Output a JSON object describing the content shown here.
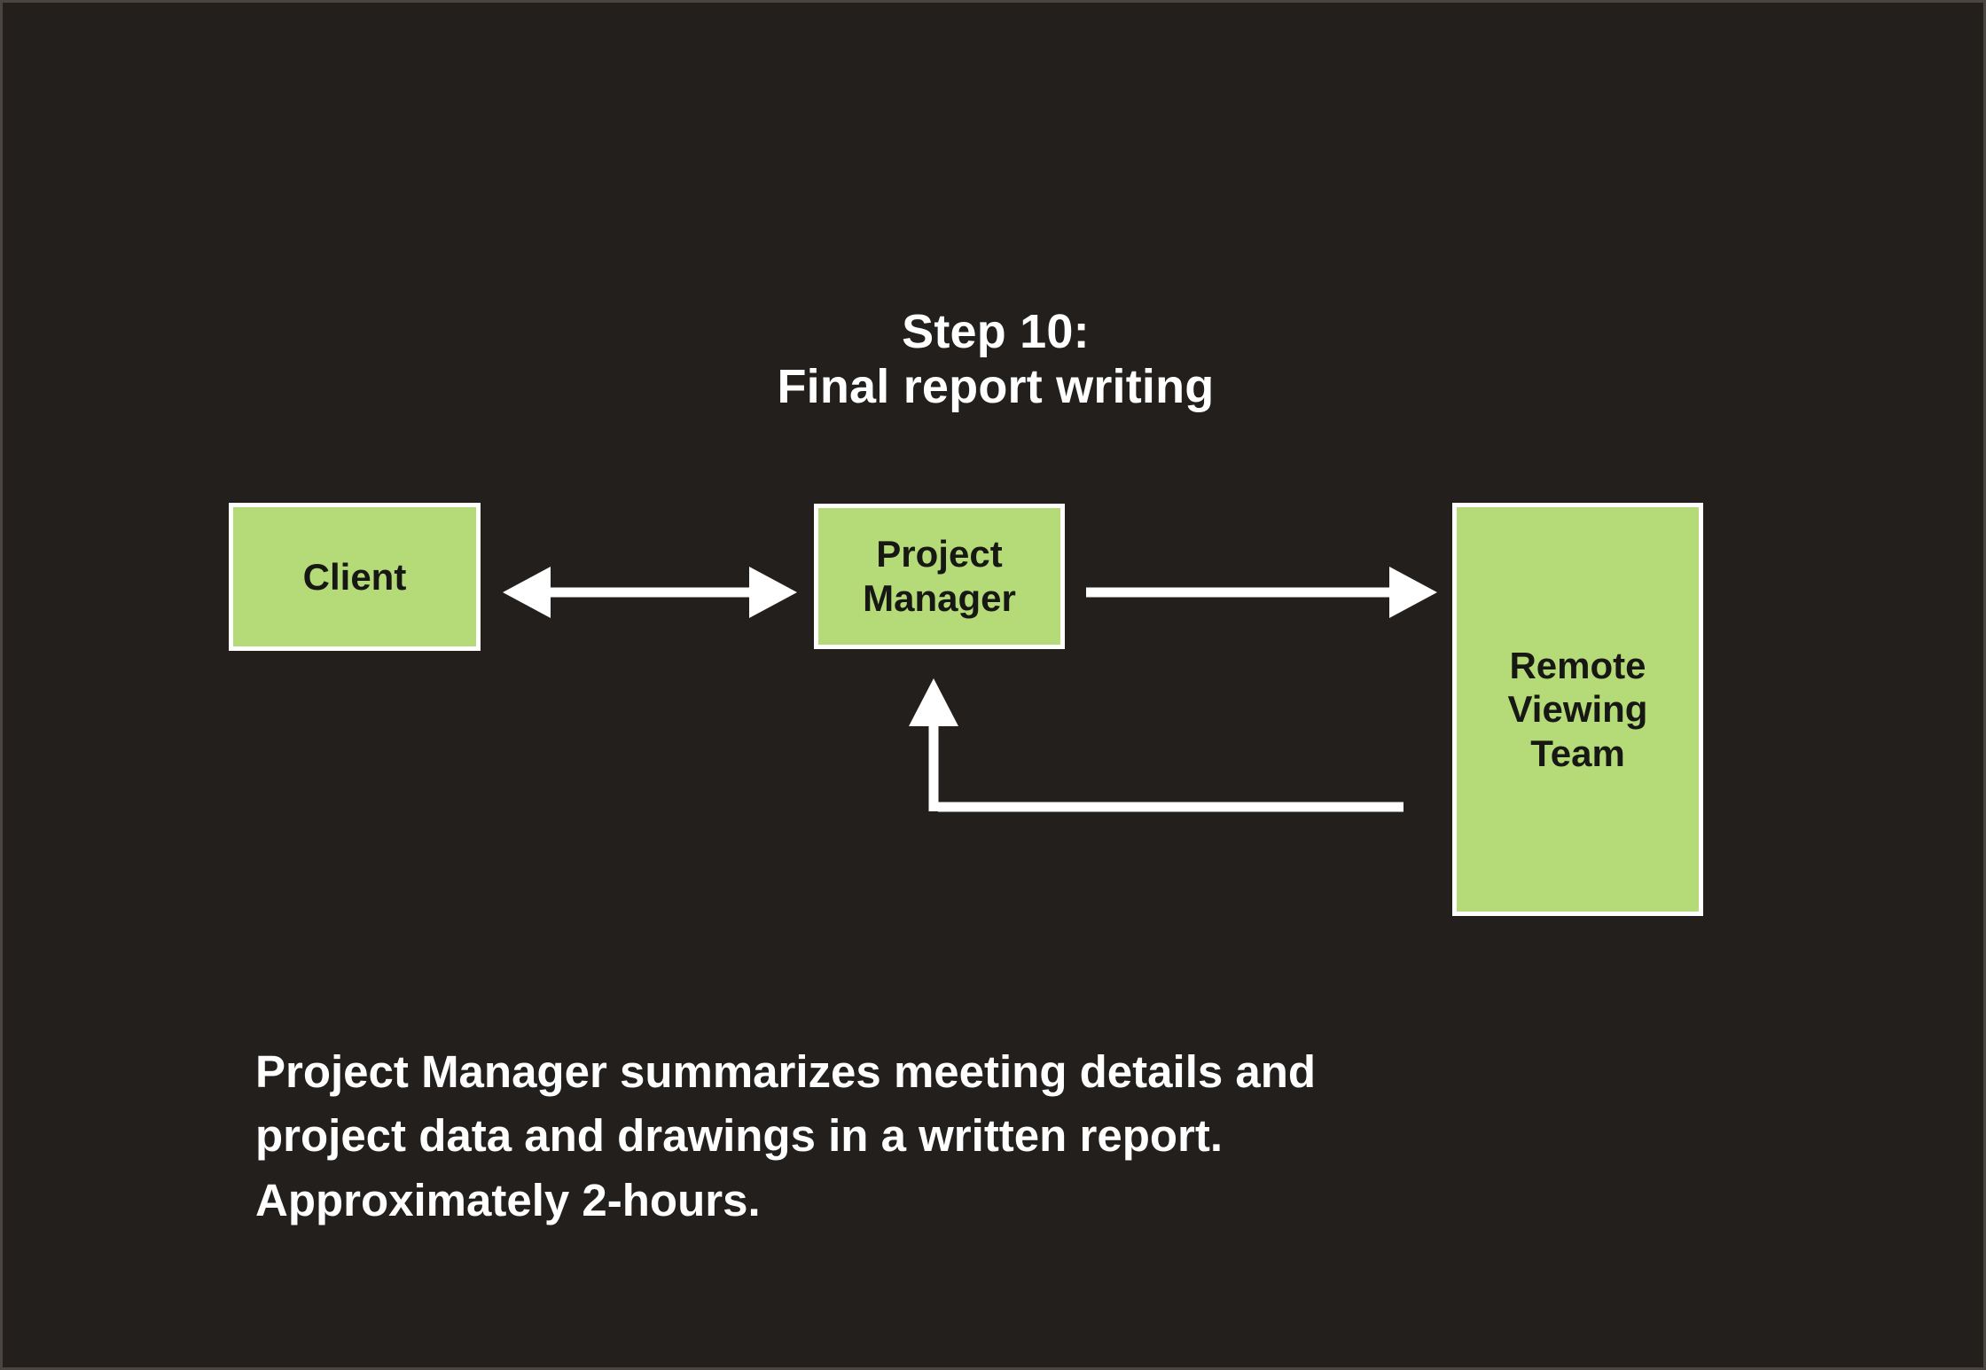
{
  "slide": {
    "background_color": "#231f1c",
    "border_color": "#4a4541",
    "accent_green": "#b5da78",
    "text_color": "#ffffff",
    "box_text_color": "#171714",
    "connector_color": "#ffffff"
  },
  "title": {
    "line1": "Step 10:",
    "line2": "Final report writing"
  },
  "diagram": {
    "nodes": [
      {
        "id": "client",
        "label": "Client"
      },
      {
        "id": "project-manager",
        "label": "Project\nManager"
      },
      {
        "id": "remote-viewing-team",
        "label": "Remote\nViewing\nTeam"
      }
    ],
    "connectors": [
      {
        "id": "client-pm",
        "from": "client",
        "to": "project-manager",
        "style": "double-headed-arrow",
        "direction": "bidirectional"
      },
      {
        "id": "pm-rvt",
        "from": "project-manager",
        "to": "remote-viewing-team",
        "style": "arrow",
        "direction": "right"
      },
      {
        "id": "rvt-pm",
        "from": "remote-viewing-team",
        "to": "project-manager",
        "style": "elbow-arrow",
        "direction": "up"
      }
    ]
  },
  "caption": {
    "line1": "Project Manager summarizes meeting details and",
    "line2": "project data and drawings in a written report.",
    "line3": "Approximately 2-hours."
  }
}
